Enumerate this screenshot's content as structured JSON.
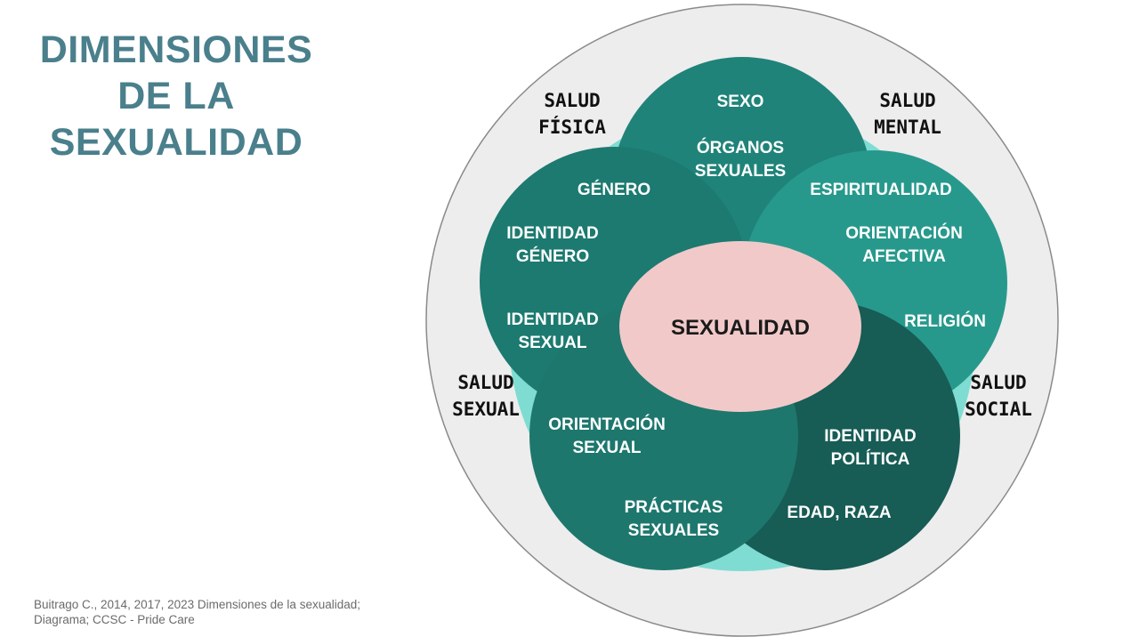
{
  "title": {
    "line1": "DIMENSIONES",
    "line2": "DE LA",
    "line3": "SEXUALIDAD"
  },
  "caption": {
    "line1": "Buitrago C., 2014, 2017, 2023 Dimensiones de la sexualidad;",
    "line2": "Diagrama; CCSC - Pride Care"
  },
  "colors": {
    "title": "#4a7f8c",
    "outer_circle": "#ededed",
    "outer_ring_accent": "#7fdcd3",
    "petal_top": "#1f8379",
    "petal_left": "#1c7a70",
    "petal_right": "#27998c",
    "petal_bottom_left": "#1d776d",
    "petal_bottom_right": "#175c55",
    "center": "#f2c9c9"
  },
  "diagram": {
    "center": "SEXUALIDAD",
    "health": {
      "physical": {
        "line1": "SALUD",
        "line2": "FÍSICA"
      },
      "mental": {
        "line1": "SALUD",
        "line2": "MENTAL"
      },
      "sexual": {
        "line1": "SALUD",
        "line2": "SEXUAL"
      },
      "social": {
        "line1": "SALUD",
        "line2": "SOCIAL"
      }
    },
    "top": {
      "sexo": "SEXO",
      "organos_1": "ÓRGANOS",
      "organos_2": "SEXUALES"
    },
    "left": {
      "genero": "GÉNERO",
      "identidad_genero_1": "IDENTIDAD",
      "identidad_genero_2": "GÉNERO",
      "identidad_sexual_1": "IDENTIDAD",
      "identidad_sexual_2": "SEXUAL"
    },
    "right": {
      "espiritualidad": "ESPIRITUALIDAD",
      "orientacion_afectiva_1": "ORIENTACIÓN",
      "orientacion_afectiva_2": "AFECTIVA",
      "religion": "RELIGIÓN"
    },
    "bottom_left": {
      "orientacion_sexual_1": "ORIENTACIÓN",
      "orientacion_sexual_2": "SEXUAL",
      "practicas_1": "PRÁCTICAS",
      "practicas_2": "SEXUALES"
    },
    "bottom_right": {
      "identidad_politica_1": "IDENTIDAD",
      "identidad_politica_2": "POLÍTICA",
      "edad_raza": "EDAD, RAZA"
    }
  }
}
